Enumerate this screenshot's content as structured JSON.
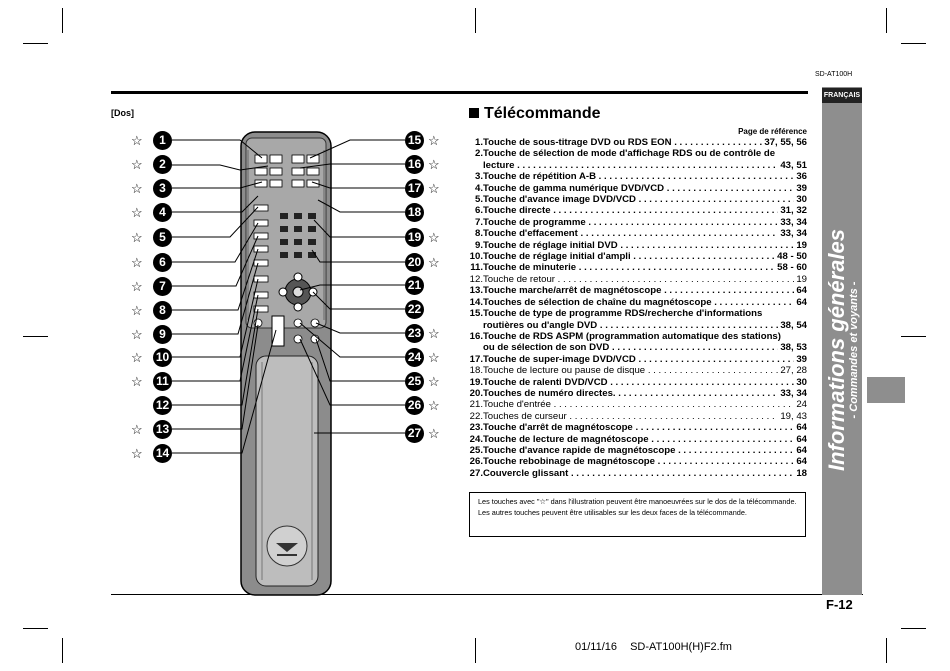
{
  "header": {
    "model": "SD-AT100H",
    "language_tab": "FRANÇAIS"
  },
  "sidebar": {
    "title": "Informations générales",
    "subtitle": "- Commandes et voyants -"
  },
  "left": {
    "label": "[Dos]"
  },
  "section": {
    "title": "Télécommande",
    "page_ref_header": "Page de référence",
    "items": [
      {
        "n": "1.",
        "text": "Touche de sous-titrage DVD ou RDS EON",
        "page": "37, 55, 56",
        "bold": true
      },
      {
        "n": "2.",
        "text": "Touche de sélection de mode d'affichage RDS ou de contrôle de",
        "page": "",
        "bold": true,
        "multi": true
      },
      {
        "n": "",
        "text": "lecture",
        "page": "43, 51",
        "bold": true,
        "cont": true
      },
      {
        "n": "3.",
        "text": "Touche de répétition A-B",
        "page": "36",
        "bold": true
      },
      {
        "n": "4.",
        "text": "Touche de gamma numérique DVD/VCD",
        "page": "39",
        "bold": true
      },
      {
        "n": "5.",
        "text": "Touche d'avance image DVD/VCD",
        "page": "30",
        "bold": true
      },
      {
        "n": "6.",
        "text": "Touche directe",
        "page": "31, 32",
        "bold": true
      },
      {
        "n": "7.",
        "text": "Touche de programme",
        "page": "33, 34",
        "bold": true
      },
      {
        "n": "8.",
        "text": "Touche d'effacement",
        "page": "33, 34",
        "bold": true
      },
      {
        "n": "9.",
        "text": "Touche de réglage initial DVD",
        "page": "19",
        "bold": true
      },
      {
        "n": "10.",
        "text": "Touche de réglage initial d'ampli",
        "page": "48 - 50",
        "bold": true
      },
      {
        "n": "11.",
        "text": "Touche de minuterie",
        "page": "58 - 60",
        "bold": true
      },
      {
        "n": "12.",
        "text": "Touche de retour",
        "page": "19",
        "bold": false
      },
      {
        "n": "13.",
        "text": "Touche marche/arrêt de magnétoscope",
        "page": "64",
        "bold": true
      },
      {
        "n": "14.",
        "text": "Touches de sélection de chaîne du magnétoscope",
        "page": "64",
        "bold": true
      },
      {
        "n": "15.",
        "text": "Touche de type de programme RDS/recherche d'informations",
        "page": "",
        "bold": true,
        "multi": true
      },
      {
        "n": "",
        "text": "routières ou d'angle DVD",
        "page": "38, 54",
        "bold": true,
        "cont": true
      },
      {
        "n": "16.",
        "text": "Touche de RDS ASPM (programmation automatique des stations)",
        "page": "",
        "bold": true,
        "multi": true
      },
      {
        "n": "",
        "text": "ou de sélection de son DVD",
        "page": "38, 53",
        "bold": true,
        "cont": true
      },
      {
        "n": "17.",
        "text": "Touche de super-image DVD/VCD",
        "page": "39",
        "bold": true
      },
      {
        "n": "18.",
        "text": "Touche de lecture ou pause de disque",
        "page": "27, 28",
        "bold": false
      },
      {
        "n": "19.",
        "text": "Touche de ralenti DVD/VCD",
        "page": "30",
        "bold": true
      },
      {
        "n": "20.",
        "text": "Touches de numéro directes.",
        "page": "33, 34",
        "bold": true
      },
      {
        "n": "21.",
        "text": "Touche d'entrée",
        "page": "24",
        "bold": false
      },
      {
        "n": "22.",
        "text": "Touches de curseur",
        "page": "19, 43",
        "bold": false
      },
      {
        "n": "23.",
        "text": "Touche d'arrêt de magnétoscope",
        "page": "64",
        "bold": true
      },
      {
        "n": "24.",
        "text": "Touche de lecture de magnétoscope",
        "page": "64",
        "bold": true
      },
      {
        "n": "25.",
        "text": "Touche d'avance rapide de magnétoscope",
        "page": "64",
        "bold": true
      },
      {
        "n": "26.",
        "text": "Touche rebobinage de magnétoscope",
        "page": "64",
        "bold": true
      },
      {
        "n": "27.",
        "text": "Couvercle glissant",
        "page": "18",
        "bold": true
      }
    ]
  },
  "note": "Les touches avec \"☆\" dans l'illustration peuvent être manoeuvrées sur le dos de la télécommande. Les autres touches peuvent être utilisables sur les deux faces de la télécommande.",
  "footer": {
    "page": "F-12",
    "date": "01/11/16",
    "file": "SD-AT100H(H)F2.fm"
  },
  "callouts": {
    "left": [
      "1",
      "2",
      "3",
      "4",
      "5",
      "6",
      "7",
      "8",
      "9",
      "10",
      "11",
      "12",
      "13",
      "14"
    ],
    "right": [
      "15",
      "16",
      "17",
      "18",
      "19",
      "20",
      "21",
      "22",
      "23",
      "24",
      "25",
      "26",
      "27"
    ],
    "star_symbol": "☆"
  }
}
